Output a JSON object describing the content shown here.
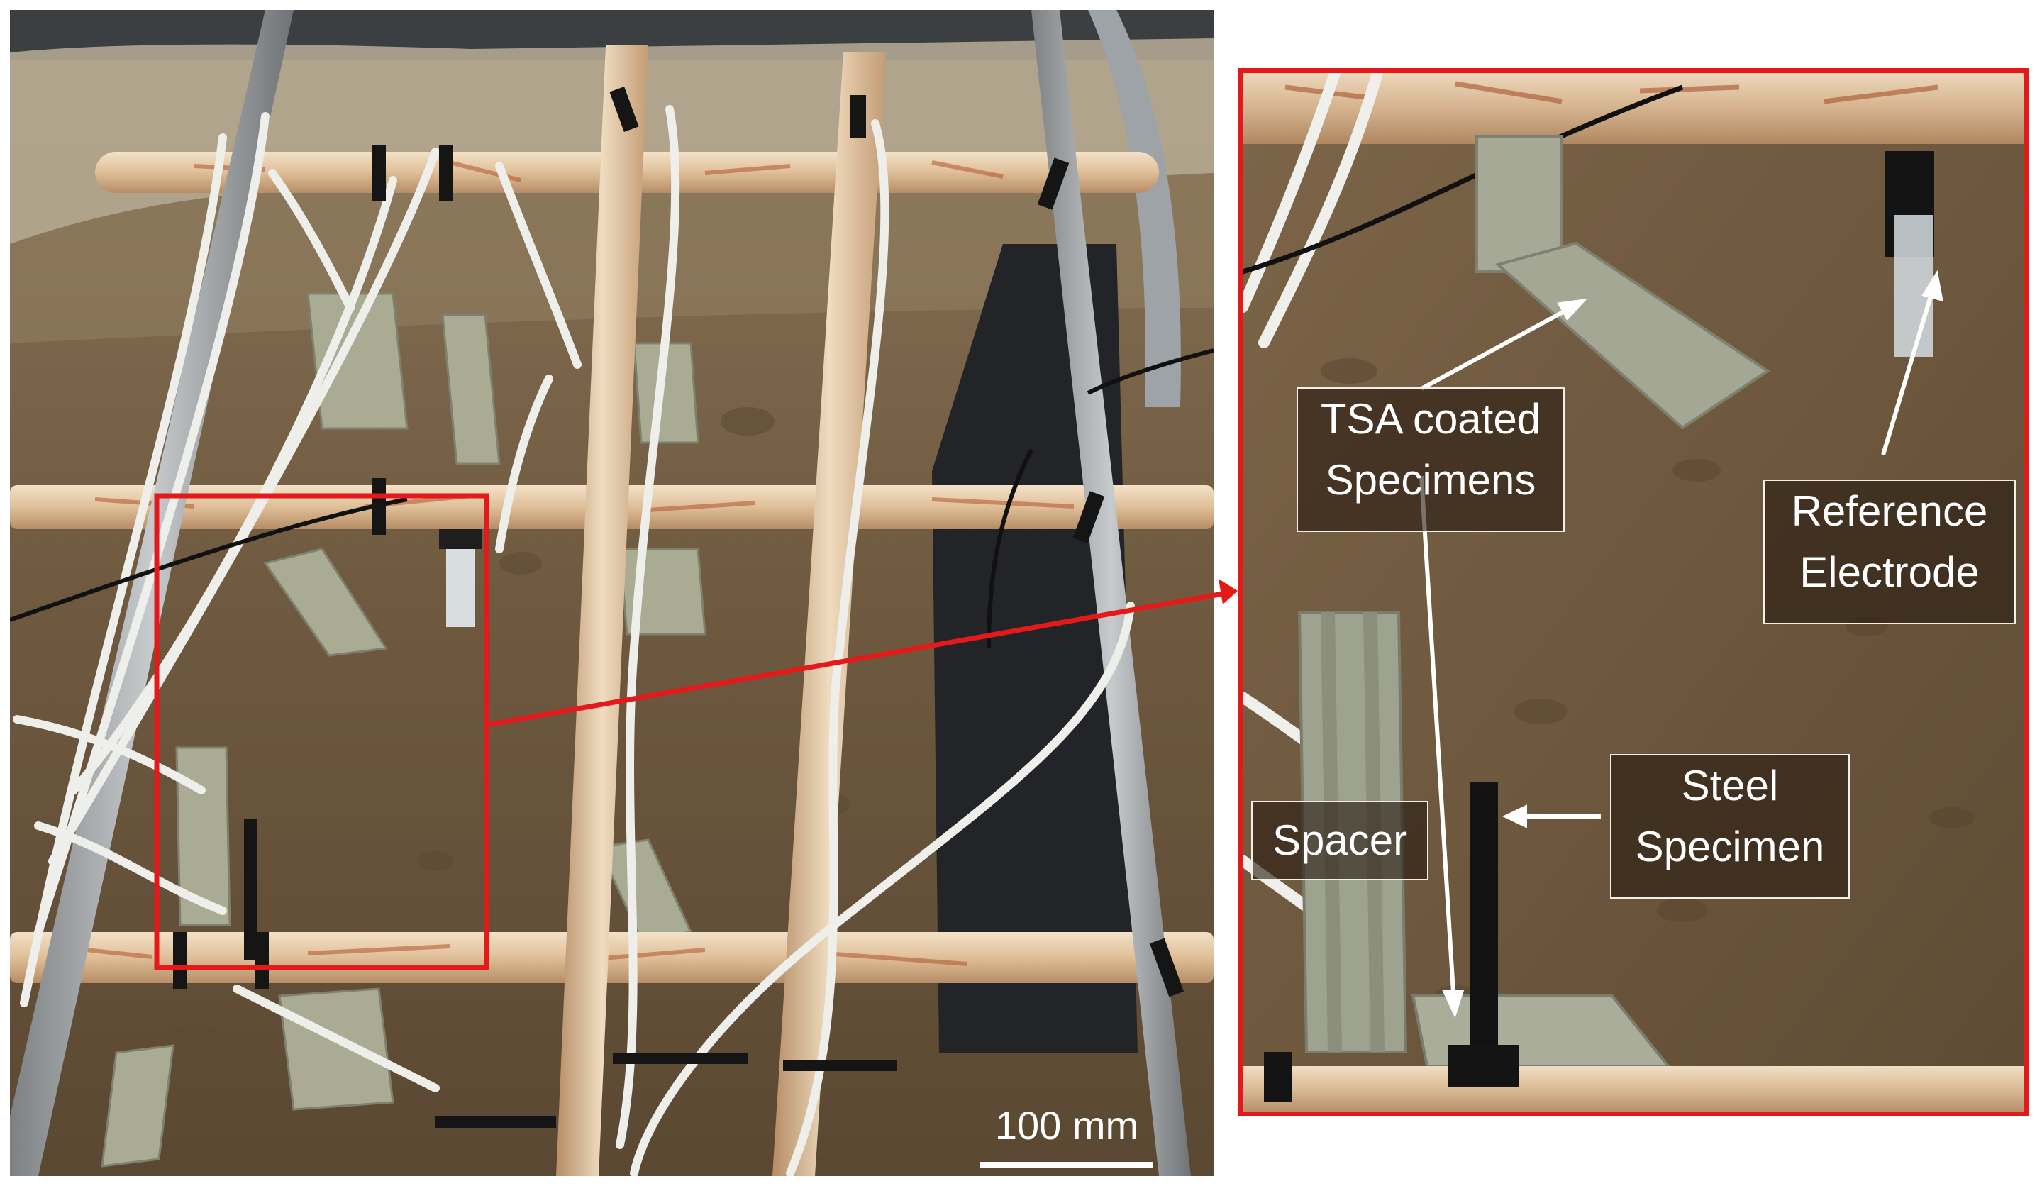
{
  "labels": {
    "tsa_coated": [
      "TSA coated",
      "Specimens"
    ],
    "reference_electrode": [
      "Reference",
      "Electrode"
    ],
    "steel_specimen": [
      "Steel",
      "Specimen"
    ],
    "spacer": "Spacer"
  },
  "scale_bar": {
    "text": "100 mm"
  },
  "colors": {
    "highlight_red": "#e41a1a",
    "sand": "#7a6346",
    "pipe": "#e2c7a4",
    "cable": "#eeeeea"
  }
}
